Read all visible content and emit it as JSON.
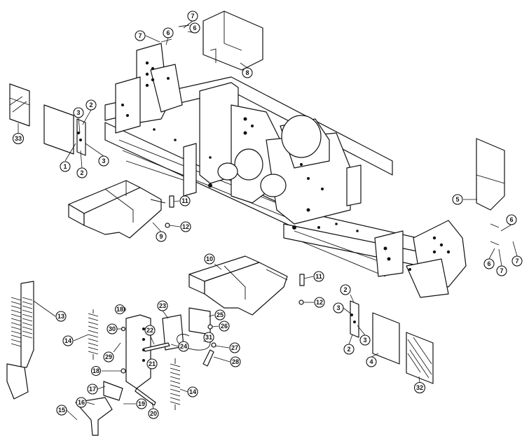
{
  "diagram": {
    "callouts": [
      {
        "label": "1"
      },
      {
        "label": "2"
      },
      {
        "label": "2"
      },
      {
        "label": "3"
      },
      {
        "label": "3"
      },
      {
        "label": "33"
      },
      {
        "label": "7"
      },
      {
        "label": "6"
      },
      {
        "label": "7"
      },
      {
        "label": "6"
      },
      {
        "label": "8"
      },
      {
        "label": "11"
      },
      {
        "label": "12"
      },
      {
        "label": "9"
      },
      {
        "label": "5"
      },
      {
        "label": "6"
      },
      {
        "label": "6"
      },
      {
        "label": "7"
      },
      {
        "label": "7"
      },
      {
        "label": "10"
      },
      {
        "label": "11"
      },
      {
        "label": "12"
      },
      {
        "label": "2"
      },
      {
        "label": "3"
      },
      {
        "label": "3"
      },
      {
        "label": "2"
      },
      {
        "label": "4"
      },
      {
        "label": "32"
      },
      {
        "label": "13"
      },
      {
        "label": "14"
      },
      {
        "label": "18"
      },
      {
        "label": "30"
      },
      {
        "label": "29"
      },
      {
        "label": "22"
      },
      {
        "label": "23"
      },
      {
        "label": "25"
      },
      {
        "label": "26"
      },
      {
        "label": "24"
      },
      {
        "label": "31"
      },
      {
        "label": "27"
      },
      {
        "label": "28"
      },
      {
        "label": "21"
      },
      {
        "label": "18"
      },
      {
        "label": "17"
      },
      {
        "label": "16"
      },
      {
        "label": "15"
      },
      {
        "label": "19"
      },
      {
        "label": "20"
      },
      {
        "label": "14"
      }
    ]
  }
}
